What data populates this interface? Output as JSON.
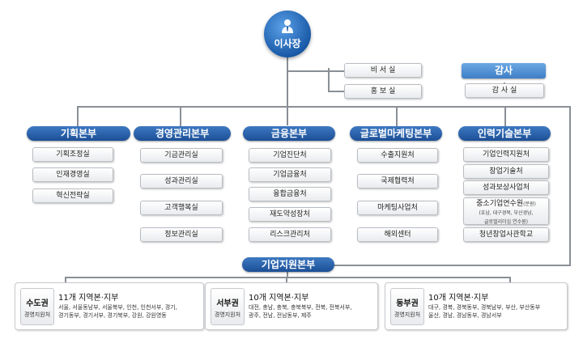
{
  "top": {
    "chairman": "이사장"
  },
  "staff": {
    "secretary": "비 서 실",
    "pr": "홍 보 실"
  },
  "audit": {
    "title": "감사",
    "office": "감 사 실"
  },
  "divisions": [
    {
      "title": "기획본부",
      "units": [
        "기획조정실",
        "인재경영실",
        "혁신전략실"
      ]
    },
    {
      "title": "경영관리본부",
      "units": [
        "기금관리실",
        "성과관리실",
        "고객행복실",
        "정보관리실"
      ]
    },
    {
      "title": "금융본부",
      "units": [
        "기업진단처",
        "기업금융처",
        "융합금융처",
        "재도약성장처",
        "리스크관리처"
      ]
    },
    {
      "title": "글로벌마케팅본부",
      "units": [
        "수출지원처",
        "국제협력처",
        "마케팅사업처",
        "해외센터"
      ]
    },
    {
      "title": "인력기술본부",
      "units": [
        "기업인력지원처",
        "창업기술처",
        "성과보상사업처"
      ],
      "training": {
        "title": "중소기업연수원",
        "tag": "(분원)",
        "sub1": "(호남, 대구경북, 부산경남,",
        "sub2": "글로벌리더십 연수원)"
      },
      "school": "청년창업사관학교"
    }
  ],
  "support": {
    "title": "기업지원본부"
  },
  "regions": [
    {
      "name": "수도권",
      "sub": "경영지원처",
      "title": "11개 지역본·지부",
      "line1": "서울, 서울동남부, 서울북부, 인천, 인천서부, 경기,",
      "line2": "경기동부, 경기서부, 경기북부, 강원, 강원영동"
    },
    {
      "name": "서부권",
      "sub": "경영지원처",
      "title": "10개 지역본·지부",
      "line1": "대전, 충남, 충북, 충북북부, 전북, 전북서부,",
      "line2": "광주, 전남, 전남동부, 제주"
    },
    {
      "name": "동부권",
      "sub": "경영지원처",
      "title": "10개 지역본·지부",
      "line1": "대구, 경북, 경북동부, 경북남부, 부산, 부산동부",
      "line2": "울산, 경남, 경남동부, 경남서부"
    }
  ]
}
